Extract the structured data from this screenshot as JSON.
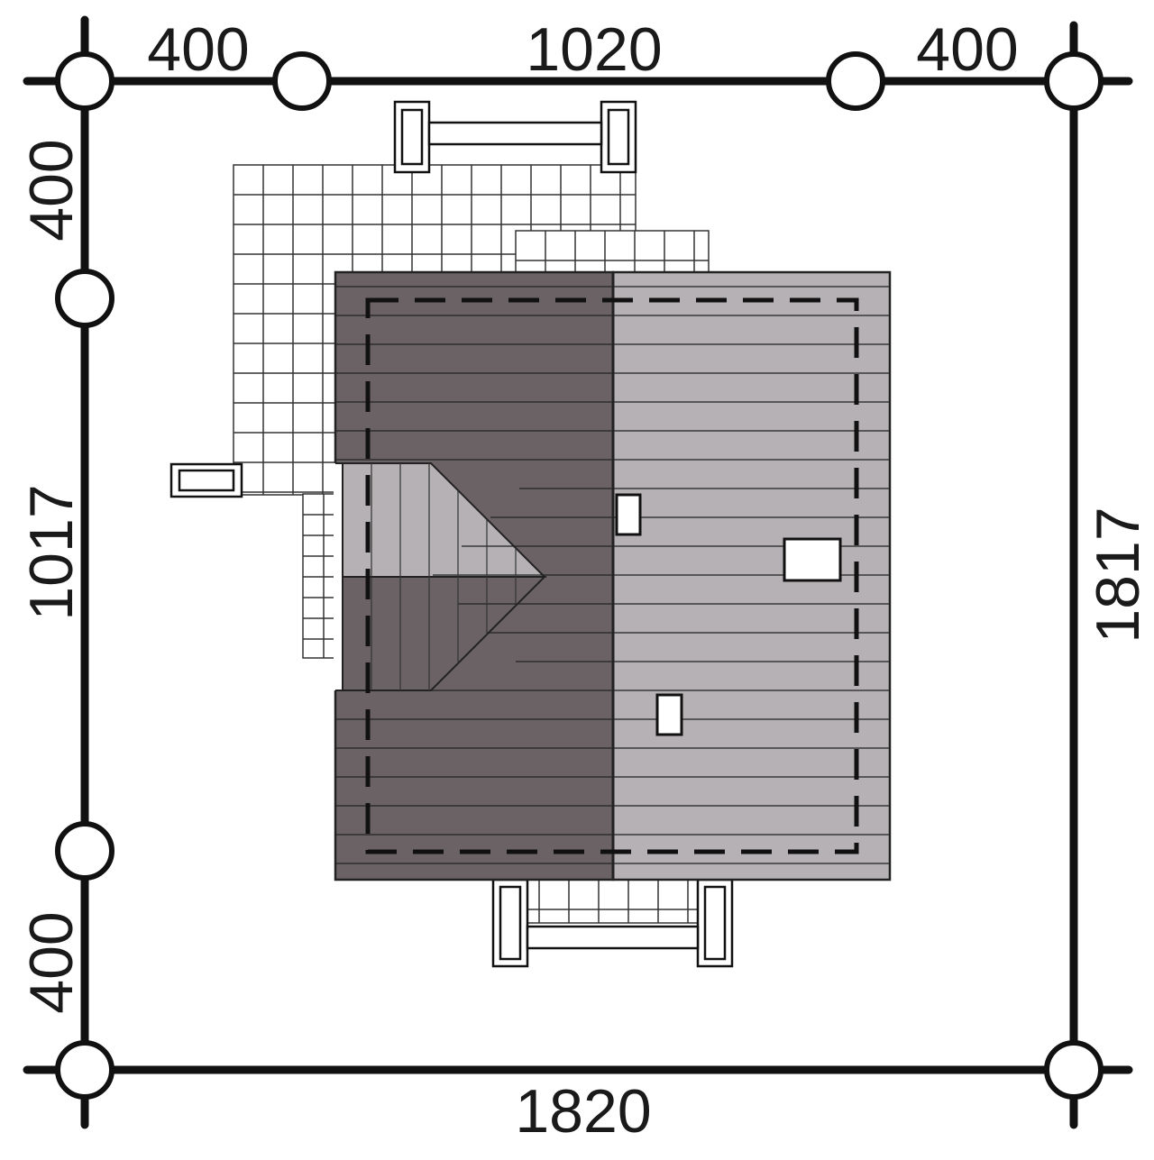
{
  "dimensions": {
    "top_left": "400",
    "top_middle": "1020",
    "top_right": "400",
    "bottom_total": "1820",
    "left_top": "400",
    "left_middle": "1017",
    "left_bottom": "400",
    "right_total": "1817"
  },
  "colors": {
    "line": "#111111",
    "roof_dark": "#6b6266",
    "roof_light": "#b5b1b4",
    "paving": "#ffffff",
    "background": "#ffffff"
  }
}
